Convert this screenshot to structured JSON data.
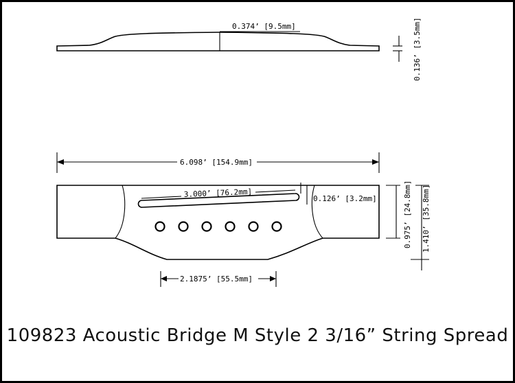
{
  "drawing": {
    "title": "109823 Acoustic Bridge M Style 2 3/16” String Spread",
    "dimensions": {
      "top_height": "0.374’ [9.5mm]",
      "wing_thickness": "0.136’ [3.5mm]",
      "overall_length": "6.098’ [154.9mm]",
      "saddle_slot_length": "3.000’ [76.2mm]",
      "saddle_slot_width": "0.126’ [3.2mm]",
      "wing_depth": "0.975’ [24.8mm]",
      "overall_depth": "1.410’ [35.8mm]",
      "string_spread": "2.1875’ [55.5mm]"
    },
    "pin_hole_count": 6
  }
}
